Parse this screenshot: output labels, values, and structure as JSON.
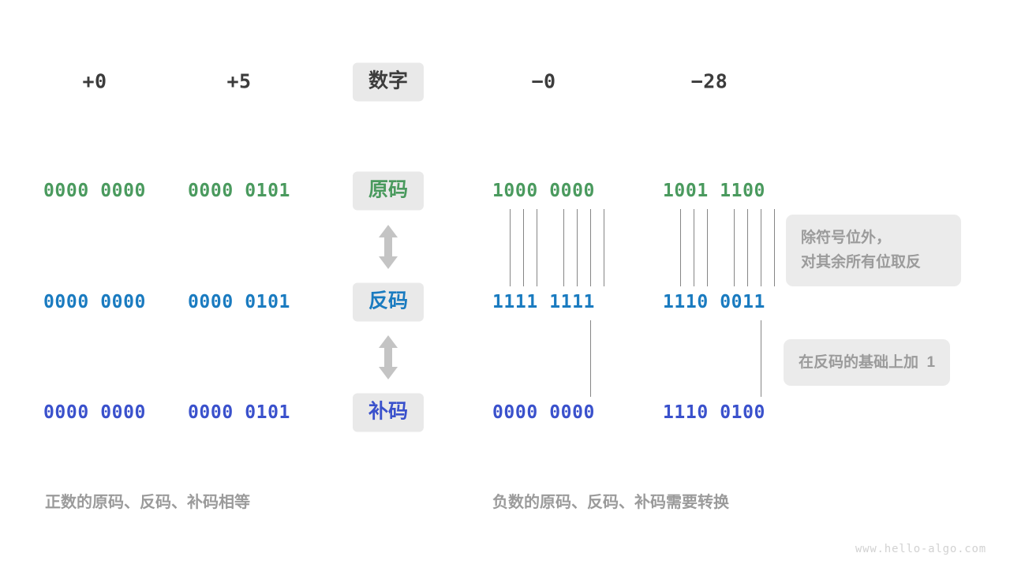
{
  "meta": {
    "watermark": "www.hello-algo.com",
    "colors": {
      "sign_magnitude": "#4a9a5e",
      "ones_complement": "#1a7bc0",
      "twos_complement": "#3a51cc",
      "chip_background": "#e9e9e9",
      "note_text": "#9b9b9b",
      "connector_line": "#868686",
      "header_text": "#3c3c3c"
    }
  },
  "columns": {
    "labels": [
      "+0",
      "+5",
      "− 0",
      "− 28"
    ],
    "header_chip": "数字"
  },
  "header": {
    "pos_zero": "+0",
    "pos_five": "+5",
    "chip": "数字",
    "neg_zero": "−0",
    "neg_twentyeight": "−28"
  },
  "rows": [
    {
      "chip": "原码",
      "color_key": "c-green",
      "values": {
        "pos_zero": "0000 0000",
        "pos_five": "0000 0101",
        "neg_zero": "1000 0000",
        "neg_twentyeight": "1001 1100"
      }
    },
    {
      "chip": "反码",
      "color_key": "c-blue",
      "values": {
        "pos_zero": "0000 0000",
        "pos_five": "0000 0101",
        "neg_zero": "1111 1111",
        "neg_twentyeight": "1110 0011"
      }
    },
    {
      "chip": "补码",
      "color_key": "c-indigo",
      "values": {
        "pos_zero": "0000 0000",
        "pos_five": "0000 0101",
        "neg_zero": "0000 0000",
        "neg_twentyeight": "1110 0100"
      }
    }
  ],
  "notes": {
    "invert": "除符号位外，\n对其余所有位取反",
    "add_one": "在反码的基础上加  1"
  },
  "captions": {
    "positive": "正数的原码、反码、补码相等",
    "negative": "负数的原码、反码、补码需要转换"
  }
}
